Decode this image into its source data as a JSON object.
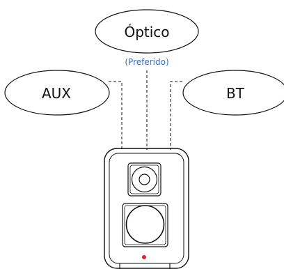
{
  "inputs": {
    "optical": "Óptico",
    "optical_note": "(Preferido)",
    "aux": "AUX",
    "bt": "BT"
  },
  "colors": {
    "line": "#111111",
    "note": "#3a6fb8",
    "indicator": "#e8202a"
  }
}
